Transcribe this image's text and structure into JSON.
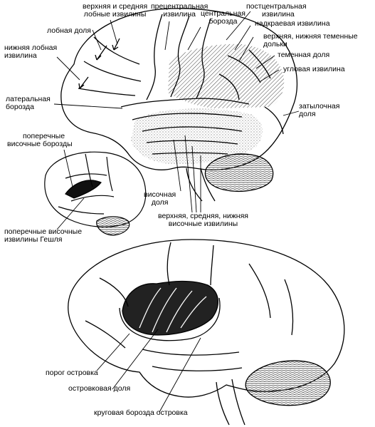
{
  "labels": {
    "superior_middle_frontal": [
      "верхняя и средняя",
      "лобные извилины"
    ],
    "precentral_gyrus": [
      "прецентральная",
      "извилина"
    ],
    "central_sulcus": [
      "центральная",
      "борозда"
    ],
    "postcentral_gyrus": [
      "постцентральная",
      "извилина"
    ],
    "supramarginal_gyrus": "надкраевая извилина",
    "parietal_lobules": [
      "верхняя, нижняя теменные",
      "дольки"
    ],
    "parietal_lobe": "теменная доля",
    "angular_gyrus": "угловая извилина",
    "frontal_lobe": "лобная доля",
    "inferior_frontal_gyrus": [
      "нижняя лобная",
      "извилина"
    ],
    "lateral_sulcus": [
      "латеральная",
      "борозда"
    ],
    "occipital_lobe": [
      "затылочная",
      "доля"
    ],
    "transverse_temporal_sulci": [
      "поперечные",
      "височные борозды"
    ],
    "temporal_lobe": [
      "височная",
      "доля"
    ],
    "temporal_gyri": [
      "верхняя, средняя, нижняя",
      "височные извилины"
    ],
    "heschl_gyri": [
      "поперечные височные",
      "извилины Гешля"
    ],
    "insula_threshold": "порог островка",
    "insular_lobe": "островковая доля",
    "circular_sulcus": "круговая борозда островка"
  }
}
